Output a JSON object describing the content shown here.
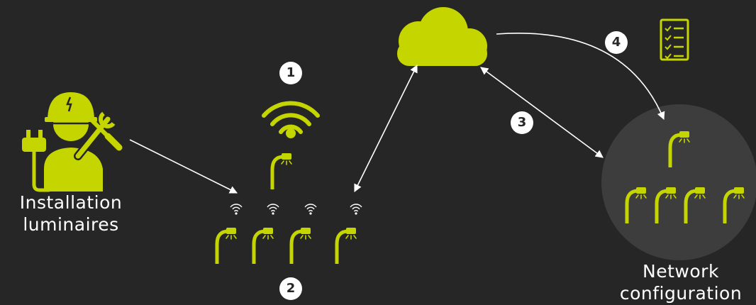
{
  "labels": {
    "installation_line1": "Installation",
    "installation_line2": "luminaires",
    "network_line1": "Network",
    "network_line2": "configuration"
  },
  "steps": [
    "1",
    "2",
    "3",
    "4"
  ],
  "colors": {
    "background": "#262626",
    "accent": "#c5d500",
    "arrow": "#ffffff",
    "network_disc": "#3d3d3d"
  },
  "icons": [
    "worker-with-tools-icon",
    "wifi-icon",
    "streetlight-icon",
    "cloud-icon",
    "checklist-icon"
  ]
}
